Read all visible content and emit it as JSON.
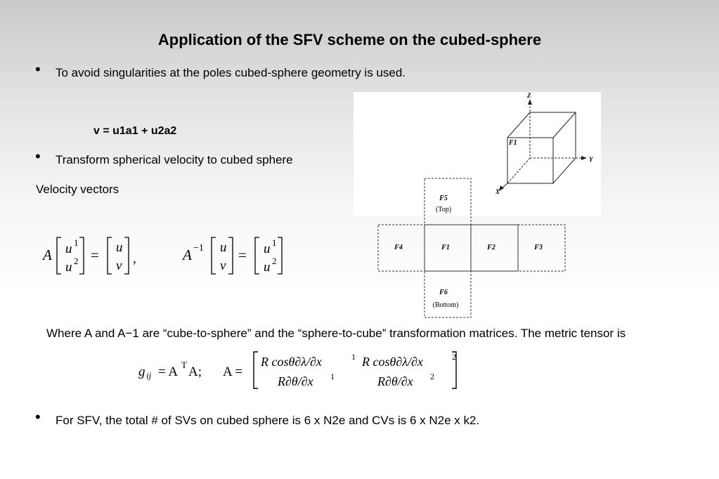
{
  "title": "Application of the SFV scheme on the cubed-sphere",
  "bullets": {
    "b1": "To avoid singularities at the poles cubed-sphere geometry is used.",
    "eq_v": "v = u1a1 + u2a2",
    "b2": "Transform spherical velocity to cubed sphere",
    "velocity_label": "Velocity vectors",
    "where_text": "Where A and A−1 are “cube-to-sphere” and the “sphere-to-cube” transformation matrices. The metric tensor is",
    "b3": "For SFV, the total # of SVs on cubed sphere is 6 x N2e and CVs is 6 x N2e x k2."
  },
  "figure": {
    "axes": {
      "z": "Z",
      "y": "Y",
      "x": "X"
    },
    "cube_face_label": "F1",
    "faces": {
      "top": {
        "label": "F5",
        "sub": "(Top)"
      },
      "left": {
        "label": "F4"
      },
      "center": {
        "label": "F1"
      },
      "right1": {
        "label": "F2"
      },
      "right2": {
        "label": "F3"
      },
      "bottom": {
        "label": "F6",
        "sub": "(Bottom)"
      }
    }
  },
  "formulas": {
    "velocity_matrix": {
      "A": "A",
      "Ainv": "A",
      "Ainv_sup": "−1",
      "u1": "u",
      "u1_sup": "1",
      "u2": "u",
      "u2_sup": "2",
      "u": "u",
      "v": "v",
      "eq": "=",
      "comma": ","
    },
    "metric": {
      "g_lhs": "g",
      "g_sub": "ij",
      "g_rhs": "= A",
      "T": "T",
      "g_rhs2": "A;",
      "A_eq": "A =",
      "m11": "R cosθ∂λ/∂x",
      "m11_sup": "1",
      "m12": "R cosθ∂λ/∂x",
      "m12_sup": "2",
      "m21": "R∂θ/∂x",
      "m21_sup": "1",
      "m22": "R∂θ/∂x",
      "m22_sup": "2"
    }
  }
}
